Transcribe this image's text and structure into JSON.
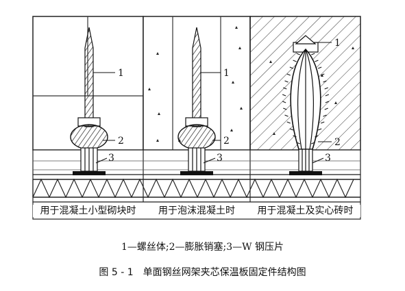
{
  "panels": [
    {
      "caption": "用于混凝土小型砌块时",
      "callouts": [
        "1",
        "2",
        "3"
      ]
    },
    {
      "caption": "用于泡沫混凝土时",
      "callouts": [
        "1",
        "2",
        "3"
      ]
    },
    {
      "caption": "用于混凝土及实心砖时",
      "callouts": [
        "1",
        "2",
        "3"
      ]
    }
  ],
  "legend": "1—螺丝体;2—膨胀销塞;3—W 钢压片",
  "figure_title": "图 5 - 1　单面钢丝网架夹芯保温板固定件结构图"
}
